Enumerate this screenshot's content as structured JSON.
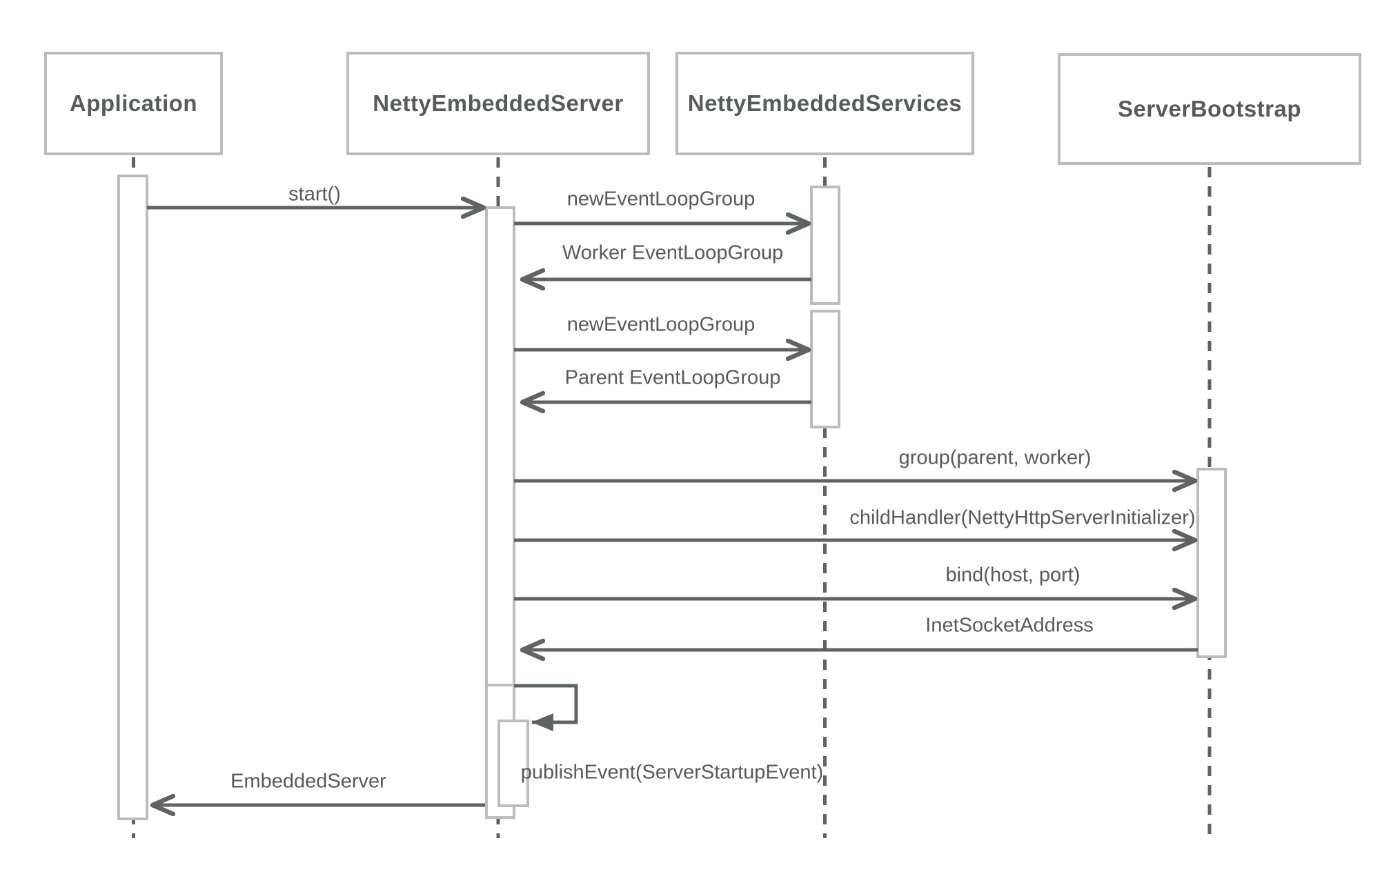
{
  "colors": {
    "line": "#5e6365",
    "border": "#b9bdbf",
    "text": "#565b5d",
    "background": "#ffffff"
  },
  "diagram": {
    "type": "uml-sequence-diagram"
  },
  "participants": [
    {
      "name": "Application"
    },
    {
      "name": "NettyEmbeddedServer"
    },
    {
      "name": "NettyEmbeddedServices"
    },
    {
      "name": "ServerBootstrap"
    }
  ],
  "messages": [
    {
      "label": "start()",
      "from": "Application",
      "to": "NettyEmbeddedServer",
      "kind": "call"
    },
    {
      "label": "newEventLoopGroup",
      "from": "NettyEmbeddedServer",
      "to": "NettyEmbeddedServices",
      "kind": "call"
    },
    {
      "label": "Worker EventLoopGroup",
      "from": "NettyEmbeddedServices",
      "to": "NettyEmbeddedServer",
      "kind": "return"
    },
    {
      "label": "newEventLoopGroup",
      "from": "NettyEmbeddedServer",
      "to": "NettyEmbeddedServices",
      "kind": "call"
    },
    {
      "label": "Parent EventLoopGroup",
      "from": "NettyEmbeddedServices",
      "to": "NettyEmbeddedServer",
      "kind": "return"
    },
    {
      "label": "group(parent, worker)",
      "from": "NettyEmbeddedServer",
      "to": "ServerBootstrap",
      "kind": "call"
    },
    {
      "label": "childHandler(NettyHttpServerInitializer)",
      "from": "NettyEmbeddedServer",
      "to": "ServerBootstrap",
      "kind": "call"
    },
    {
      "label": "bind(host, port)",
      "from": "NettyEmbeddedServer",
      "to": "ServerBootstrap",
      "kind": "call"
    },
    {
      "label": "InetSocketAddress",
      "from": "ServerBootstrap",
      "to": "NettyEmbeddedServer",
      "kind": "return"
    },
    {
      "label": "publishEvent(ServerStartupEvent)",
      "from": "NettyEmbeddedServer",
      "to": "NettyEmbeddedServer",
      "kind": "self"
    },
    {
      "label": "EmbeddedServer",
      "from": "NettyEmbeddedServer",
      "to": "Application",
      "kind": "return"
    }
  ]
}
